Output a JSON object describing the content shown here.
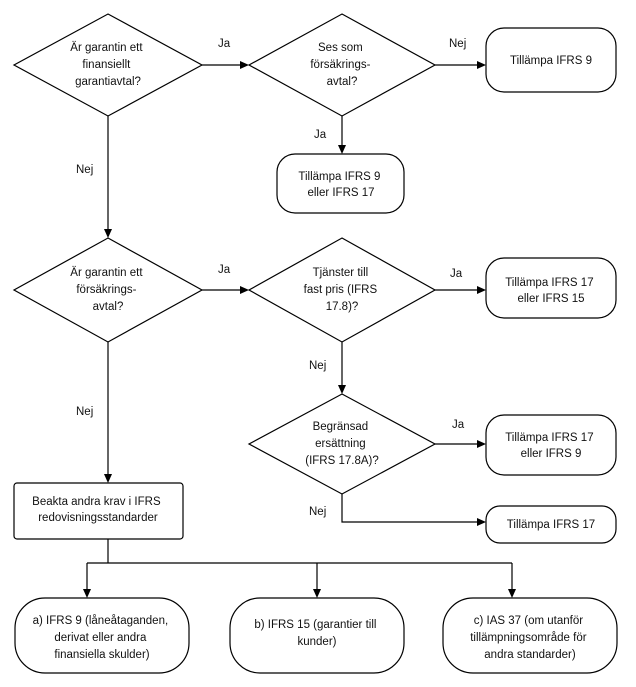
{
  "decisions": {
    "d1": [
      "Är garantin ett",
      "finansiellt",
      "garantiavtal?"
    ],
    "d2": [
      "Ses som",
      "försäkrings-",
      "avtal?"
    ],
    "d3": [
      "Är garantin ett",
      "försäkrings-",
      "avtal?"
    ],
    "d4": [
      "Tjänster till",
      "fast pris (IFRS",
      "17.8)?"
    ],
    "d5": [
      "Begränsad",
      "ersättning",
      "(IFRS 17.8A)?"
    ]
  },
  "outcomes": {
    "o1": [
      "Tillämpa IFRS 9"
    ],
    "o2": [
      "Tillämpa IFRS 9",
      "eller IFRS 17"
    ],
    "o3": [
      "Tillämpa IFRS 17",
      "eller IFRS 15"
    ],
    "o4": [
      "Tillämpa IFRS 17",
      "eller IFRS 9"
    ],
    "o5": [
      "Tillämpa IFRS 17"
    ],
    "other": [
      "Beakta andra krav i IFRS",
      "redovisningsstandarder"
    ],
    "a": [
      "a) IFRS 9 (låneåtaganden,",
      "derivat eller andra",
      "finansiella skulder)"
    ],
    "b": [
      "b) IFRS 15 (garantier till",
      "kunder)"
    ],
    "c": [
      "c) IAS 37 (om utanför",
      "tillämpningsområde för",
      "andra standarder)"
    ]
  },
  "edge_labels": {
    "d1_yes": "Ja",
    "d1_no": "Nej",
    "d2_no": "Nej",
    "d2_yes": "Ja",
    "d3_yes": "Ja",
    "d3_no": "Nej",
    "d4_yes": "Ja",
    "d4_no": "Nej",
    "d5_yes": "Ja",
    "d5_no": "Nej"
  }
}
